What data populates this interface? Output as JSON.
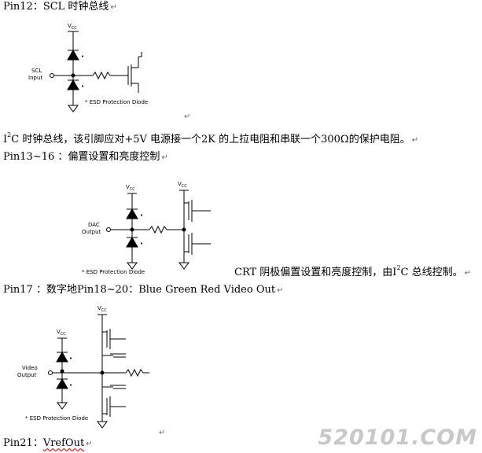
{
  "lines": {
    "pin12": "Pin12：SCL 时钟总线",
    "i2c_prefix": "I",
    "i2c_sup": "2",
    "i2c_rest": "C 时钟总线，该引脚应对+5V 电源接一个2K 的上拉电阻和串联一个300Ω的保护电阻。",
    "pin13": "Pin13~16 ：偏置设置和亮度控制",
    "crt_text_a": "CRT 阴极偏置设置和亮度控制，由I",
    "crt_sup": "2",
    "crt_text_b": "C 总线控制。",
    "pin17": "Pin17 ：数字地Pin18~20：Blue Green Red Video Out",
    "pin21_label": "Pin21：",
    "pin21_value": "VrefOut"
  },
  "para_mark": "↵",
  "circuits": {
    "scl": {
      "vcc": "V",
      "vcc_sub": "CC",
      "input_line1": "SCL",
      "input_line2": "Input",
      "note": "* ESD Protection Diode"
    },
    "dac": {
      "vcc": "V",
      "vcc_sub": "CC",
      "input_line1": "DAC",
      "input_line2": "Output",
      "note": "* ESD Protection Diode"
    },
    "video": {
      "vcc": "V",
      "vcc_sub": "CC",
      "input_line1": "Video",
      "input_line2": "Output",
      "note": "* ESD Protection Diode"
    }
  },
  "watermark": "520101.COM"
}
